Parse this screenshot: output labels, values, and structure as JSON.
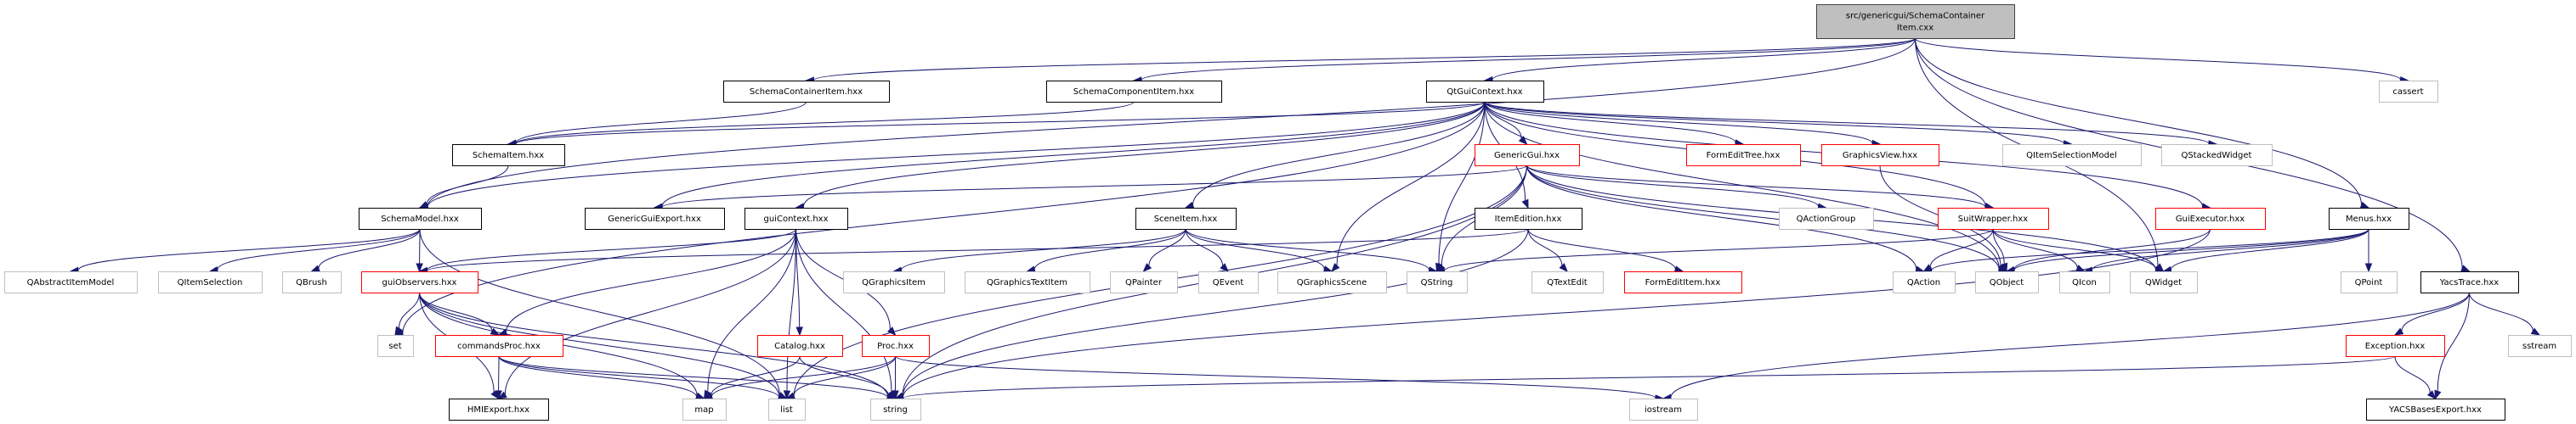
{
  "title": "src/genericgui/SchemaContainerItem.cxx include dependency graph",
  "colors": {
    "edge": "#191970",
    "root_fill": "#bfbfbf",
    "root_border": "#404040",
    "documented_border": "#000000",
    "truncated_border": "#ff0000",
    "external_border": "#bfbfbf",
    "node_fill": "#ffffff"
  },
  "nodes": {
    "root": {
      "label": [
        "src/genericgui/SchemaContainer",
        "Item.cxx"
      ],
      "kind": "root"
    },
    "SchemaContainerItem": {
      "label": [
        "SchemaContainerItem.hxx"
      ],
      "kind": "documented"
    },
    "SchemaComponentItem": {
      "label": [
        "SchemaComponentItem.hxx"
      ],
      "kind": "documented"
    },
    "QtGuiContext": {
      "label": [
        "QtGuiContext.hxx"
      ],
      "kind": "documented"
    },
    "cassert": {
      "label": [
        "cassert"
      ],
      "kind": "external"
    },
    "SchemaItem": {
      "label": [
        "SchemaItem.hxx"
      ],
      "kind": "documented"
    },
    "GenericGui": {
      "label": [
        "GenericGui.hxx"
      ],
      "kind": "truncated"
    },
    "FormEditTree": {
      "label": [
        "FormEditTree.hxx"
      ],
      "kind": "truncated"
    },
    "GraphicsView": {
      "label": [
        "GraphicsView.hxx"
      ],
      "kind": "truncated"
    },
    "QItemSelectionModel": {
      "label": [
        "QItemSelectionModel"
      ],
      "kind": "external"
    },
    "QStackedWidget": {
      "label": [
        "QStackedWidget"
      ],
      "kind": "external"
    },
    "SchemaModel": {
      "label": [
        "SchemaModel.hxx"
      ],
      "kind": "documented"
    },
    "GenericGuiExport": {
      "label": [
        "GenericGuiExport.hxx"
      ],
      "kind": "documented"
    },
    "guiContext": {
      "label": [
        "guiContext.hxx"
      ],
      "kind": "documented"
    },
    "SceneItem": {
      "label": [
        "SceneItem.hxx"
      ],
      "kind": "documented"
    },
    "ItemEdition": {
      "label": [
        "ItemEdition.hxx"
      ],
      "kind": "documented"
    },
    "QActionGroup": {
      "label": [
        "QActionGroup"
      ],
      "kind": "external"
    },
    "SuitWrapper": {
      "label": [
        "SuitWrapper.hxx"
      ],
      "kind": "truncated"
    },
    "GuiExecutor": {
      "label": [
        "GuiExecutor.hxx"
      ],
      "kind": "truncated"
    },
    "Menus": {
      "label": [
        "Menus.hxx"
      ],
      "kind": "documented"
    },
    "QAbstractItemModel": {
      "label": [
        "QAbstractItemModel"
      ],
      "kind": "external"
    },
    "QItemSelection": {
      "label": [
        "QItemSelection"
      ],
      "kind": "external"
    },
    "QBrush": {
      "label": [
        "QBrush"
      ],
      "kind": "external"
    },
    "guiObservers": {
      "label": [
        "guiObservers.hxx"
      ],
      "kind": "truncated"
    },
    "QGraphicsItem": {
      "label": [
        "QGraphicsItem"
      ],
      "kind": "external"
    },
    "QGraphicsTextItem": {
      "label": [
        "QGraphicsTextItem"
      ],
      "kind": "external"
    },
    "QPainter": {
      "label": [
        "QPainter"
      ],
      "kind": "external"
    },
    "QEvent": {
      "label": [
        "QEvent"
      ],
      "kind": "external"
    },
    "QGraphicsScene": {
      "label": [
        "QGraphicsScene"
      ],
      "kind": "external"
    },
    "QString": {
      "label": [
        "QString"
      ],
      "kind": "external"
    },
    "QTextEdit": {
      "label": [
        "QTextEdit"
      ],
      "kind": "external"
    },
    "FormEditItem": {
      "label": [
        "FormEditItem.hxx"
      ],
      "kind": "truncated"
    },
    "QAction": {
      "label": [
        "QAction"
      ],
      "kind": "external"
    },
    "QObject": {
      "label": [
        "QObject"
      ],
      "kind": "external"
    },
    "QIcon": {
      "label": [
        "QIcon"
      ],
      "kind": "external"
    },
    "QWidget": {
      "label": [
        "QWidget"
      ],
      "kind": "external"
    },
    "QPoint": {
      "label": [
        "QPoint"
      ],
      "kind": "external"
    },
    "YacsTrace": {
      "label": [
        "YacsTrace.hxx"
      ],
      "kind": "documented"
    },
    "set": {
      "label": [
        "set"
      ],
      "kind": "external"
    },
    "commandsProc": {
      "label": [
        "commandsProc.hxx"
      ],
      "kind": "truncated"
    },
    "Catalog": {
      "label": [
        "Catalog.hxx"
      ],
      "kind": "truncated"
    },
    "Proc": {
      "label": [
        "Proc.hxx"
      ],
      "kind": "truncated"
    },
    "Exception": {
      "label": [
        "Exception.hxx"
      ],
      "kind": "truncated"
    },
    "sstream": {
      "label": [
        "sstream"
      ],
      "kind": "external"
    },
    "HMIExport": {
      "label": [
        "HMIExport.hxx"
      ],
      "kind": "documented"
    },
    "map": {
      "label": [
        "map"
      ],
      "kind": "external"
    },
    "list": {
      "label": [
        "list"
      ],
      "kind": "external"
    },
    "string": {
      "label": [
        "string"
      ],
      "kind": "external"
    },
    "iostream": {
      "label": [
        "iostream"
      ],
      "kind": "external"
    },
    "YACSBasesExport": {
      "label": [
        "YACSBasesExport.hxx"
      ],
      "kind": "documented"
    }
  },
  "edges": [
    [
      "root",
      "SchemaContainerItem"
    ],
    [
      "root",
      "SchemaComponentItem"
    ],
    [
      "root",
      "QtGuiContext"
    ],
    [
      "root",
      "SchemaModel"
    ],
    [
      "root",
      "cassert"
    ],
    [
      "root",
      "Menus"
    ],
    [
      "root",
      "YacsTrace"
    ],
    [
      "root",
      "QWidget"
    ],
    [
      "SchemaContainerItem",
      "SchemaItem"
    ],
    [
      "SchemaComponentItem",
      "SchemaItem"
    ],
    [
      "QtGuiContext",
      "SchemaItem"
    ],
    [
      "QtGuiContext",
      "SchemaModel"
    ],
    [
      "QtGuiContext",
      "GenericGui"
    ],
    [
      "QtGuiContext",
      "FormEditTree"
    ],
    [
      "QtGuiContext",
      "GraphicsView"
    ],
    [
      "QtGuiContext",
      "QItemSelectionModel"
    ],
    [
      "QtGuiContext",
      "QStackedWidget"
    ],
    [
      "QtGuiContext",
      "GenericGuiExport"
    ],
    [
      "QtGuiContext",
      "guiContext"
    ],
    [
      "QtGuiContext",
      "SceneItem"
    ],
    [
      "QtGuiContext",
      "ItemEdition"
    ],
    [
      "QtGuiContext",
      "SuitWrapper"
    ],
    [
      "QtGuiContext",
      "GuiExecutor"
    ],
    [
      "QtGuiContext",
      "QGraphicsScene"
    ],
    [
      "QtGuiContext",
      "QString"
    ],
    [
      "QtGuiContext",
      "set"
    ],
    [
      "QtGuiContext",
      "QObject"
    ],
    [
      "SchemaItem",
      "SchemaModel"
    ],
    [
      "GenericGui",
      "GenericGuiExport"
    ],
    [
      "GenericGui",
      "QActionGroup"
    ],
    [
      "GenericGui",
      "SuitWrapper"
    ],
    [
      "GenericGui",
      "QAction"
    ],
    [
      "GenericGui",
      "QObject"
    ],
    [
      "GenericGui",
      "QString"
    ],
    [
      "GenericGui",
      "QWidget"
    ],
    [
      "GenericGui",
      "string"
    ],
    [
      "GenericGui",
      "list"
    ],
    [
      "GraphicsView",
      "QObject"
    ],
    [
      "GuiExecutor",
      "QObject"
    ],
    [
      "GuiExecutor",
      "string"
    ],
    [
      "SchemaModel",
      "QAbstractItemModel"
    ],
    [
      "SchemaModel",
      "QItemSelection"
    ],
    [
      "SchemaModel",
      "QBrush"
    ],
    [
      "SchemaModel",
      "guiObservers"
    ],
    [
      "SchemaModel",
      "list"
    ],
    [
      "guiContext",
      "guiObservers"
    ],
    [
      "guiContext",
      "commandsProc"
    ],
    [
      "guiContext",
      "HMIExport"
    ],
    [
      "guiContext",
      "map"
    ],
    [
      "guiContext",
      "Catalog"
    ],
    [
      "guiContext",
      "Proc"
    ],
    [
      "guiContext",
      "string"
    ],
    [
      "guiContext",
      "list"
    ],
    [
      "SceneItem",
      "QGraphicsItem"
    ],
    [
      "SceneItem",
      "QGraphicsTextItem"
    ],
    [
      "SceneItem",
      "QPainter"
    ],
    [
      "SceneItem",
      "QEvent"
    ],
    [
      "SceneItem",
      "QGraphicsScene"
    ],
    [
      "SceneItem",
      "QString"
    ],
    [
      "ItemEdition",
      "guiObservers"
    ],
    [
      "ItemEdition",
      "QTextEdit"
    ],
    [
      "ItemEdition",
      "FormEditItem"
    ],
    [
      "ItemEdition",
      "string"
    ],
    [
      "SuitWrapper",
      "QAction"
    ],
    [
      "SuitWrapper",
      "QObject"
    ],
    [
      "SuitWrapper",
      "QIcon"
    ],
    [
      "SuitWrapper",
      "QWidget"
    ],
    [
      "SuitWrapper",
      "QString"
    ],
    [
      "Menus",
      "QAction"
    ],
    [
      "Menus",
      "QObject"
    ],
    [
      "Menus",
      "QIcon"
    ],
    [
      "Menus",
      "QWidget"
    ],
    [
      "Menus",
      "QPoint"
    ],
    [
      "guiObservers",
      "set"
    ],
    [
      "guiObservers",
      "commandsProc"
    ],
    [
      "guiObservers",
      "HMIExport"
    ],
    [
      "guiObservers",
      "map"
    ],
    [
      "guiObservers",
      "list"
    ],
    [
      "guiObservers",
      "string"
    ],
    [
      "commandsProc",
      "HMIExport"
    ],
    [
      "commandsProc",
      "map"
    ],
    [
      "commandsProc",
      "list"
    ],
    [
      "commandsProc",
      "string"
    ],
    [
      "Catalog",
      "map"
    ],
    [
      "Catalog",
      "string"
    ],
    [
      "Proc",
      "map"
    ],
    [
      "Proc",
      "list"
    ],
    [
      "Proc",
      "string"
    ],
    [
      "Proc",
      "iostream"
    ],
    [
      "YacsTrace",
      "Exception"
    ],
    [
      "YacsTrace",
      "YACSBasesExport"
    ],
    [
      "YacsTrace",
      "sstream"
    ],
    [
      "YacsTrace",
      "iostream"
    ],
    [
      "Exception",
      "YACSBasesExport"
    ],
    [
      "Exception",
      "string"
    ]
  ]
}
